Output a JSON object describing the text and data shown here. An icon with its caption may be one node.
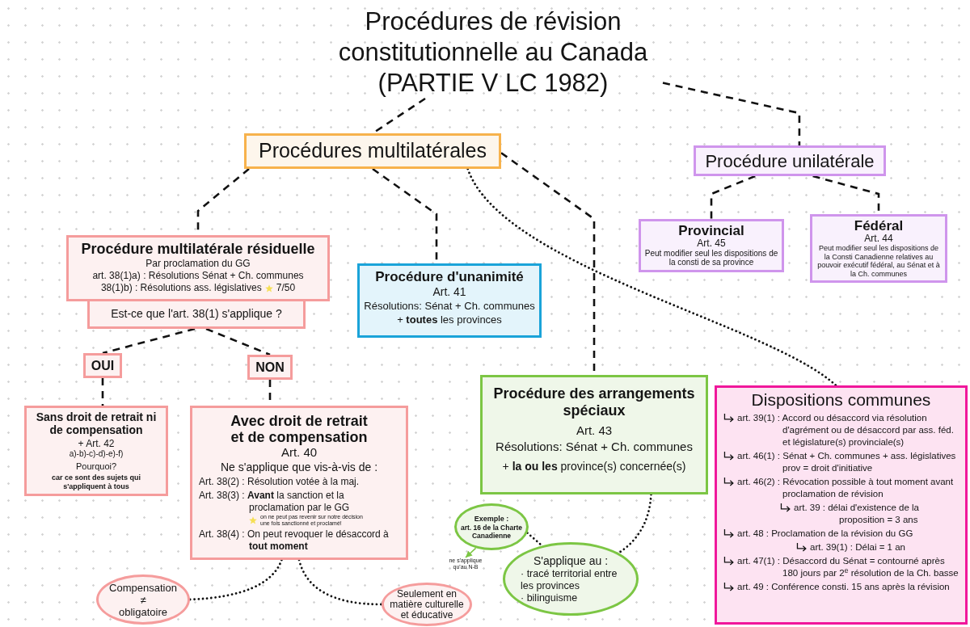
{
  "diagram": {
    "nodes": [
      {
        "text": [
          "Procédures de révision constitutionnelle au Canada (PARTIE V LC 1982)"
        ]
      },
      {
        "text": [
          "Procédures multilatérales"
        ]
      },
      {
        "text": [
          "Procédure unilatérale"
        ]
      },
      {
        "text": [
          "Procédure multilatérale résiduelle",
          "Par proclamation du GG",
          "art. 38(1)a) : Résolutions Sénat + Ch. communes",
          "38(1)b) : Résolutions ass. législatives",
          "7/50"
        ]
      },
      {
        "text": [
          "Est-ce que l'art. 38(1) s'applique ?"
        ]
      },
      {
        "text": [
          "OUI"
        ]
      },
      {
        "text": [
          "NON"
        ]
      },
      {
        "text": [
          "Sans droit de retrait ni de compensation",
          "+ Art. 42",
          "a)-b)-c)-d)-e)-f)",
          "Pourquoi?",
          "car ce sont des sujets qui s'appliquent à tous"
        ]
      },
      {
        "text": [
          "Avec droit de retrait et de compensation",
          "Art. 40",
          "Ne s'applique que vis-à-vis de :",
          "Art. 38(2) : Résolution votée à la maj.",
          "Art. 38(3) : **Avant** la sanction et la proclamation par le GG",
          "on ne peut pas revenir sur notre décision une fois sanctionné et proclamé!",
          "Art. 38(4) : On peut revoquer le désaccord à **tout moment**"
        ]
      },
      {
        "text": [
          "Procédure d'unanimité",
          "Art. 41",
          "Résolutions: Sénat + Ch. communes",
          "+ **toutes** les provinces"
        ]
      },
      {
        "text": [
          "Procédure des arrangements spéciaux",
          "Art. 43",
          "Résolutions: Sénat + Ch. communes",
          "+ **la ou les** province(s) concernée(s)"
        ]
      },
      {
        "text": [
          "Provincial",
          "Art. 45",
          "Peut modifier seul les dispositions de la consti de sa province"
        ]
      },
      {
        "text": [
          "Fédéral",
          "Art. 44",
          "Peut modifier seul les dispositions de la Consti Canadienne relatives au pouvoir exécutif fédéral, au Sénat et à la Ch. communes"
        ]
      },
      {
        "text": [
          "Dispositions communes",
          "art. 39(1) : Accord ou désaccord via résolution d'agrément ou de désaccord par ass. féd. et législature(s) provinciale(s)",
          "art. 46(1) : Sénat + Ch. communes + ass. législatives prov = droit d'initiative",
          "art. 46(2) : Révocation possible à tout moment avant proclamation de révision",
          "art. 39 : délai d'existence de la proposition = 3 ans",
          "art. 48 : Proclamation de la révision du GG",
          "art. 39(1) : Délai = 1 an",
          "art. 47(1) : Désaccord du Sénat = contourné après 180 jours par 2$^{e}$ résolution de la Ch. basse",
          "art. 49 : Conférence consti. 15 ans après la révision"
        ]
      },
      {
        "text": [
          "Compensation ≠ obligatoire"
        ]
      },
      {
        "text": [
          "Seulement en matière culturelle et éducative"
        ]
      },
      {
        "text": [
          "Exemple :",
          "art. 16 de la Charte Canadienne"
        ]
      },
      {
        "text": [
          "S'applique au :",
          "· tracé territorial entre les provinces",
          "· bilinguisme"
        ]
      },
      {
        "text": [
          "ne s'applique qu'au N-B"
        ]
      }
    ],
    "edges": [
      {
        "from": 0,
        "to": 1,
        "arrow": "none",
        "style": "dashed"
      },
      {
        "from": 0,
        "to": 2,
        "arrow": "none",
        "style": "dashed"
      },
      {
        "from": 1,
        "to": 3,
        "arrow": "none",
        "style": "dashed"
      },
      {
        "from": 1,
        "to": 9,
        "arrow": "none",
        "style": "dashed"
      },
      {
        "from": 1,
        "to": 10,
        "arrow": "none",
        "style": "dashed"
      },
      {
        "from": 1,
        "to": 13,
        "arrow": "none",
        "style": "dashed"
      },
      {
        "from": 2,
        "to": 11,
        "arrow": "none",
        "style": "dashed"
      },
      {
        "from": 2,
        "to": 12,
        "arrow": "none",
        "style": "dashed"
      },
      {
        "from": 4,
        "to": 5,
        "arrow": "none",
        "style": "dashed"
      },
      {
        "from": 4,
        "to": 6,
        "arrow": "none",
        "style": "dashed"
      },
      {
        "from": 5,
        "to": 7,
        "arrow": "none",
        "style": "dashed"
      },
      {
        "from": 6,
        "to": 8,
        "arrow": "none",
        "style": "dashed"
      },
      {
        "from": 8,
        "to": 14,
        "arrow": "none",
        "style": "dashed"
      },
      {
        "from": 8,
        "to": 15,
        "arrow": "none",
        "style": "dashed"
      },
      {
        "from": 10,
        "to": 17,
        "arrow": "none",
        "style": "dashed"
      },
      {
        "from": 16,
        "to": 17,
        "arrow": "none",
        "style": "dashed"
      },
      {
        "from": 16,
        "to": 18,
        "arrow": "to",
        "color": "#7cc644"
      }
    ]
  }
}
